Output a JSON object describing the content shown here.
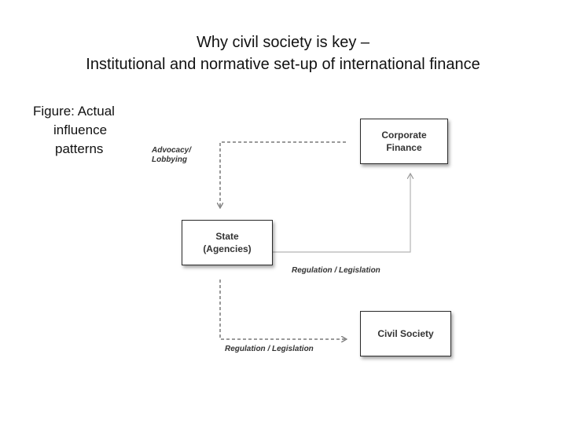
{
  "title": {
    "line1": "Why civil society is key –",
    "line2": "Institutional and normative set-up of international finance"
  },
  "caption": {
    "line1": "Figure: Actual",
    "line2": "influence",
    "line3": "patterns"
  },
  "nodes": {
    "corporate": {
      "line1": "Corporate",
      "line2": "Finance"
    },
    "state": {
      "line1": "State",
      "line2": "(Agencies)"
    },
    "civil": {
      "line1": "Civil Society"
    }
  },
  "edges": {
    "advocacy": {
      "line1": "Advocacy/",
      "line2": "Lobbying"
    },
    "reg_state_corp": "Regulation / Legislation",
    "reg_state_civil": "Regulation / Legislation"
  },
  "colors": {
    "dashed_arrow": "#9a9a9a",
    "solid_arrow": "#b5b5b5",
    "box_border": "#2a2a2a"
  }
}
